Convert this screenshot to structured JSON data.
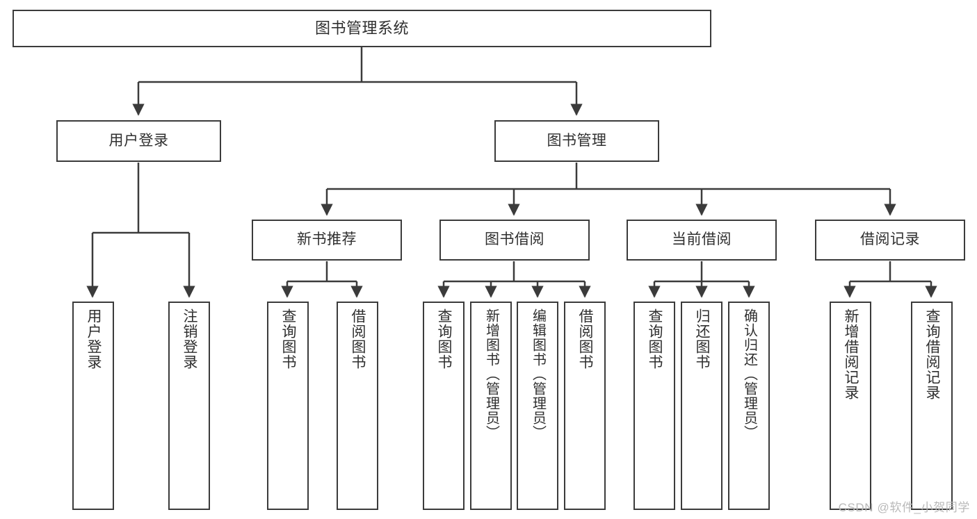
{
  "diagram": {
    "type": "tree-structure-chart",
    "title": "图书管理系统",
    "stroke_color": "#3b3b3b",
    "fill_color": "#ffffff",
    "text_color": "#2f2f2f",
    "watermark": "CSDN @软件_小贺同学",
    "levels": 4
  },
  "nodes": {
    "root": {
      "label": "图书管理系统"
    },
    "level2": [
      {
        "label": "用户登录"
      },
      {
        "label": "图书管理"
      }
    ],
    "level3": [
      {
        "label": "新书推荐"
      },
      {
        "label": "图书借阅"
      },
      {
        "label": "当前借阅"
      },
      {
        "label": "借阅记录"
      }
    ],
    "leaves": {
      "user_login": [
        {
          "label": "用户登录"
        },
        {
          "label": "注销登录"
        }
      ],
      "new_book_recommend": [
        {
          "label": "查询图书"
        },
        {
          "label": "借阅图书"
        }
      ],
      "book_borrow": [
        {
          "label": "查询图书"
        },
        {
          "label": "新增图书（管理员）"
        },
        {
          "label": "编辑图书（管理员）"
        },
        {
          "label": "借阅图书"
        }
      ],
      "current_borrow": [
        {
          "label": "查询图书"
        },
        {
          "label": "归还图书"
        },
        {
          "label": "确认归还（管理员）"
        }
      ],
      "borrow_record": [
        {
          "label": "新增借阅记录"
        },
        {
          "label": "查询借阅记录"
        }
      ]
    }
  }
}
